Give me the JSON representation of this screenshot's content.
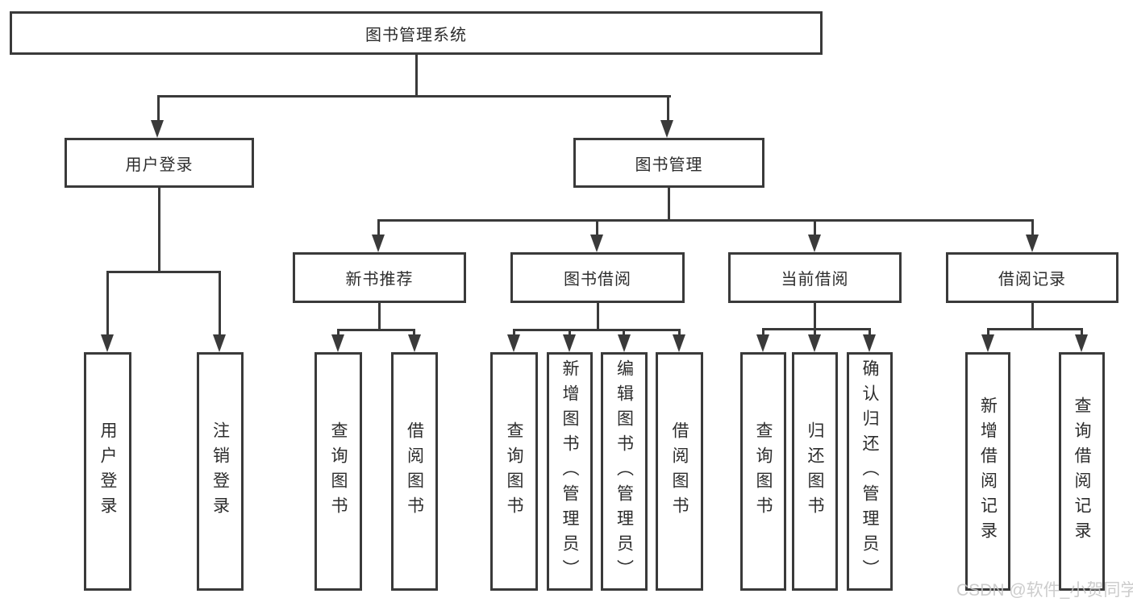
{
  "tree": {
    "root": {
      "label": "图书管理系统",
      "children": [
        {
          "label": "用户登录",
          "children": [
            {
              "label": "用户登录"
            },
            {
              "label": "注销登录"
            }
          ]
        },
        {
          "label": "图书管理",
          "children": [
            {
              "label": "新书推荐",
              "children": [
                {
                  "label": "查询图书"
                },
                {
                  "label": "借阅图书"
                }
              ]
            },
            {
              "label": "图书借阅",
              "children": [
                {
                  "label": "查询图书"
                },
                {
                  "label": "新增图书（管理员）"
                },
                {
                  "label": "编辑图书（管理员）"
                },
                {
                  "label": "借阅图书"
                }
              ]
            },
            {
              "label": "当前借阅",
              "children": [
                {
                  "label": "查询图书"
                },
                {
                  "label": "归还图书"
                },
                {
                  "label": "确认归还（管理员）"
                }
              ]
            },
            {
              "label": "借阅记录",
              "children": [
                {
                  "label": "新增借阅记录"
                },
                {
                  "label": "查询借阅记录"
                }
              ]
            }
          ]
        }
      ]
    }
  },
  "watermark": {
    "text": "CSDN @软件_小贺同学"
  },
  "colors": {
    "line": "#3a3a3a",
    "box_border": "#3a3a3a",
    "box_bg": "#ffffff",
    "text": "#2d2d2d",
    "watermark": "#c4c4c4",
    "background": "#ffffff"
  }
}
